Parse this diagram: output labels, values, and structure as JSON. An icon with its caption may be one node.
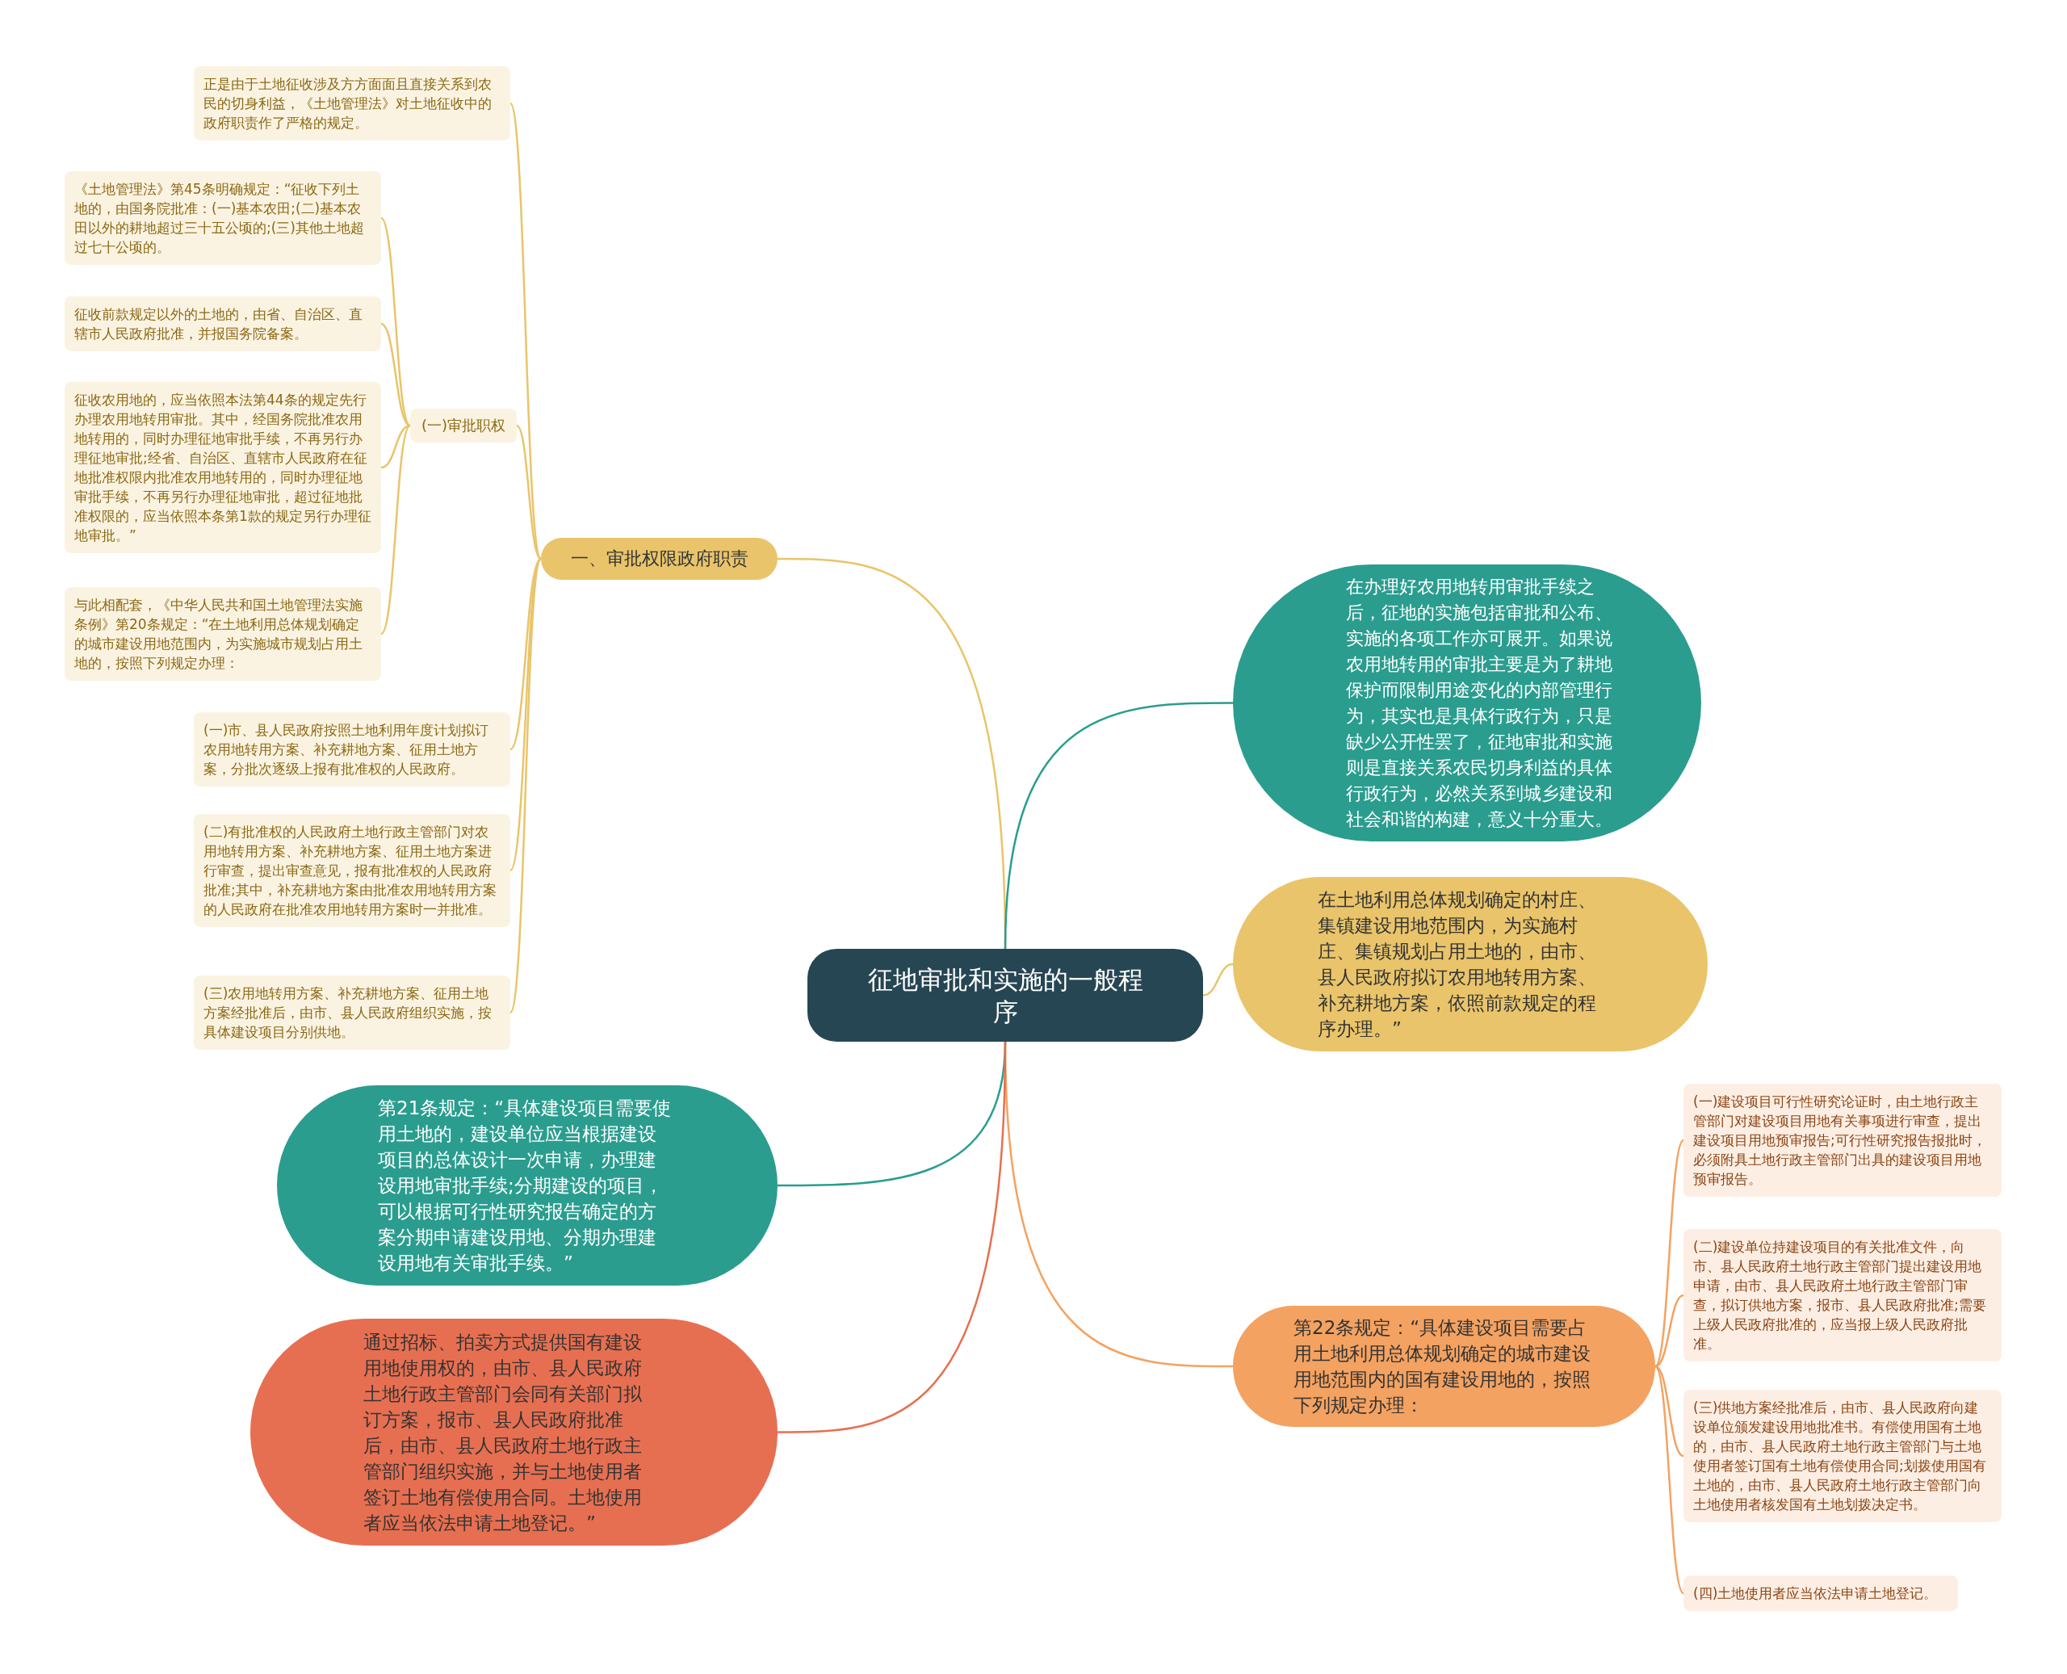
{
  "diagram": {
    "nodes": [
      {
        "text": [
          "征地审批和实施的一般程序"
        ]
      },
      {
        "text": [
          "一、审批权限政府职责"
        ]
      },
      {
        "text": [
          "(一)审批职权"
        ]
      },
      {
        "text": [
          "正是由于土地征收涉及方方面面且直接关系到农民的切身利益，《土地管理法》对土地征收中的政府职责作了严格的规定。"
        ]
      },
      {
        "text": [
          "《土地管理法》第45条明确规定：“征收下列土地的，由国务院批准：(一)基本农田;(二)基本农田以外的耕地超过三十五公顷的;(三)其他土地超过七十公顷的。"
        ]
      },
      {
        "text": [
          "征收前款规定以外的土地的，由省、自治区、直辖市人民政府批准，并报国务院备案。"
        ]
      },
      {
        "text": [
          "征收农用地的，应当依照本法第44条的规定先行办理农用地转用审批。其中，经国务院批准农用地转用的，同时办理征地审批手续，不再另行办理征地审批;经省、自治区、直辖市人民政府在征地批准权限内批准农用地转用的，同时办理征地审批手续，不再另行办理征地审批，超过征地批准权限的，应当依照本条第1款的规定另行办理征地审批。”"
        ]
      },
      {
        "text": [
          "与此相配套，《中华人民共和国土地管理法实施条例》第20条规定：“在土地利用总体规划确定的城市建设用地范围内，为实施城市规划占用土地的，按照下列规定办理："
        ]
      },
      {
        "text": [
          "(一)市、县人民政府按照土地利用年度计划拟订农用地转用方案、补充耕地方案、征用土地方案，分批次逐级上报有批准权的人民政府。"
        ]
      },
      {
        "text": [
          "(二)有批准权的人民政府土地行政主管部门对农用地转用方案、补充耕地方案、征用土地方案进行审查，提出审查意见，报有批准权的人民政府批准;其中，补充耕地方案由批准农用地转用方案的人民政府在批准农用地转用方案时一并批准。"
        ]
      },
      {
        "text": [
          "(三)农用地转用方案、补充耕地方案、征用土地方案经批准后，由市、县人民政府组织实施，按具体建设项目分别供地。"
        ]
      },
      {
        "text": [
          "在办理好农用地转用审批手续之后，征地的实施包括审批和公布、实施的各项工作亦可展开。如果说农用地转用的审批主要是为了耕地保护而限制用途变化的内部管理行为，其实也是具体行政行为，只是缺少公开性罢了，征地审批和实施则是直接关系农民切身利益的具体行政行为，必然关系到城乡建设和社会和谐的构建，意义十分重大。"
        ]
      },
      {
        "text": [
          "在土地利用总体规划确定的村庄、集镇建设用地范围内，为实施村庄、集镇规划占用土地的，由市、县人民政府拟订农用地转用方案、补充耕地方案，依照前款规定的程序办理。”"
        ]
      },
      {
        "text": [
          "第22条规定：“具体建设项目需要占用土地利用总体规划确定的城市建设用地范围内的国有建设用地的，按照下列规定办理："
        ]
      },
      {
        "text": [
          "(一)建设项目可行性研究论证时，由土地行政主管部门对建设项目用地有关事项进行审查，提出建设项目用地预审报告;可行性研究报告报批时，必须附具土地行政主管部门出具的建设项目用地预审报告。"
        ]
      },
      {
        "text": [
          "(二)建设单位持建设项目的有关批准文件，向市、县人民政府土地行政主管部门提出建设用地申请，由市、县人民政府土地行政主管部门审查，拟订供地方案，报市、县人民政府批准;需要上级人民政府批准的，应当报上级人民政府批准。"
        ]
      },
      {
        "text": [
          "(三)供地方案经批准后，由市、县人民政府向建设单位颁发建设用地批准书。有偿使用国有土地的，由市、县人民政府土地行政主管部门与土地使用者签订国有土地有偿使用合同;划拨使用国有土地的，由市、县人民政府土地行政主管部门向土地使用者核发国有土地划拨决定书。"
        ]
      },
      {
        "text": [
          "(四)土地使用者应当依法申请土地登记。"
        ]
      },
      {
        "text": [
          "第21条规定：“具体建设项目需要使用土地的，建设单位应当根据建设项目的总体设计一次申请，办理建设用地审批手续;分期建设的项目，可以根据可行性研究报告确定的方案分期申请建设用地、分期办理建设用地有关审批手续。”"
        ]
      },
      {
        "text": [
          "通过招标、拍卖方式提供国有建设用地使用权的，由市、县人民政府土地行政主管部门会同有关部门拟订方案，报市、县人民政府批准后，由市、县人民政府土地行政主管部门组织实施，并与土地使用者签订土地有偿使用合同。土地使用者应当依法申请土地登记。”"
        ]
      }
    ],
    "edges": [
      {
        "from": 0,
        "to": 1,
        "arrow": "none"
      },
      {
        "from": 1,
        "to": 3,
        "arrow": "none"
      },
      {
        "from": 1,
        "to": 2,
        "arrow": "none"
      },
      {
        "from": 2,
        "to": 4,
        "arrow": "none"
      },
      {
        "from": 2,
        "to": 5,
        "arrow": "none"
      },
      {
        "from": 2,
        "to": 6,
        "arrow": "none"
      },
      {
        "from": 2,
        "to": 7,
        "arrow": "none"
      },
      {
        "from": 1,
        "to": 8,
        "arrow": "none"
      },
      {
        "from": 1,
        "to": 9,
        "arrow": "none"
      },
      {
        "from": 1,
        "to": 10,
        "arrow": "none"
      },
      {
        "from": 0,
        "to": 11,
        "arrow": "none",
        "color": "#2a9d8f"
      },
      {
        "from": 0,
        "to": 12,
        "arrow": "none"
      },
      {
        "from": 0,
        "to": 13,
        "arrow": "none",
        "color": "#f4a261"
      },
      {
        "from": 13,
        "to": 14,
        "arrow": "none",
        "color": "#f4a261"
      },
      {
        "from": 13,
        "to": 15,
        "arrow": "none",
        "color": "#f4a261"
      },
      {
        "from": 13,
        "to": 16,
        "arrow": "none",
        "color": "#f4a261"
      },
      {
        "from": 13,
        "to": 17,
        "arrow": "none",
        "color": "#f4a261"
      },
      {
        "from": 0,
        "to": 18,
        "arrow": "none",
        "color": "#2a9d8f"
      },
      {
        "from": 0,
        "to": 19,
        "arrow": "none",
        "color": "#e76f51"
      }
    ]
  }
}
